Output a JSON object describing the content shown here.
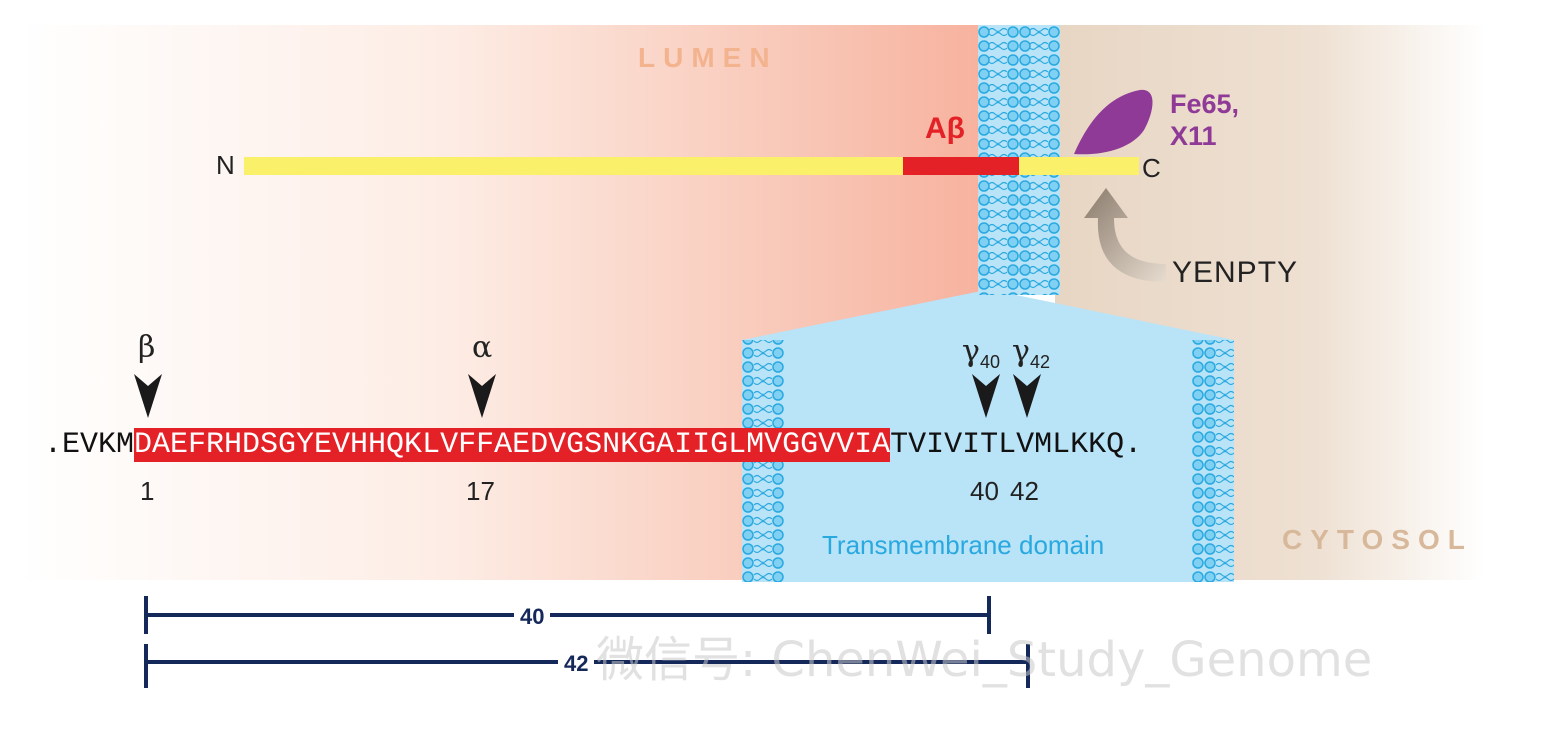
{
  "regions": {
    "lumen": "LUMEN",
    "cytosol": "CYTOSOL",
    "transmembrane": "Transmembrane domain"
  },
  "app_protein": {
    "n_terminus": "N",
    "c_terminus": "C",
    "abeta_label": "Aβ",
    "binding_partners_line1": "Fe65,",
    "binding_partners_line2": "X11",
    "motif": "YENPTY"
  },
  "sequence": {
    "prefix": ".EVKM",
    "abeta_segment": "DAEFRHDSGYEVHHQKLVFFAEDVGSNKGAIIGLMVGGVVIA",
    "suffix": "TVIVITLVMLKKQ."
  },
  "cleavage_sites": [
    {
      "symbol": "β",
      "position_label": "1"
    },
    {
      "symbol": "α",
      "position_label": "17"
    },
    {
      "symbol": "γ",
      "subscript": "40",
      "position_label": "40"
    },
    {
      "symbol": "γ",
      "subscript": "42",
      "position_label": "42"
    }
  ],
  "length_brackets": [
    {
      "label": "40"
    },
    {
      "label": "42"
    }
  ],
  "watermark": "微信号: ChenWei_Study_Genome",
  "colors": {
    "abeta_red": "#e42126",
    "app_yellow": "#fbf06a",
    "membrane_blue": "#29a9e0",
    "tm_fill": "#b9e3f7",
    "fe65_purple": "#8e3a96",
    "bracket_navy": "#14285a",
    "lumen_label": "#f3b38f",
    "cytosol_label": "#d8b89a"
  }
}
